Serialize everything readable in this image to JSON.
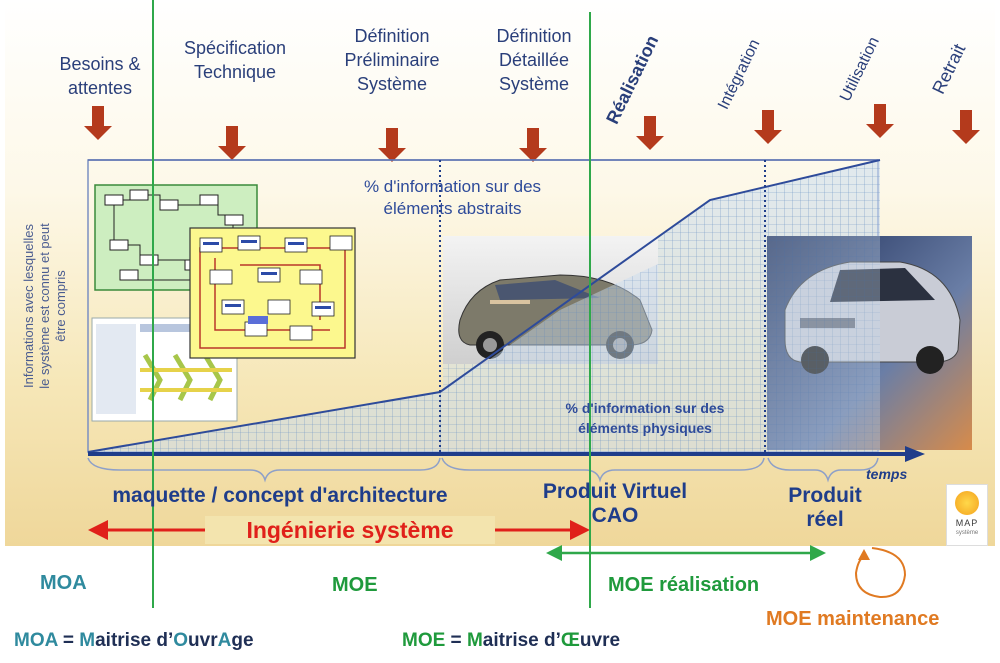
{
  "phases": {
    "besoins": "Besoins &\nattentes",
    "specification": "Spécification\nTechnique",
    "def_prelim": "Définition\nPréliminaire\nSystème",
    "def_detail": "Définition\nDétaillée\nSystème",
    "realisation": "Réalisation",
    "integration": "Intégration",
    "utilisation": "Utilisation",
    "retrait": "Retrait"
  },
  "labels": {
    "abstract": "% d'information sur des\néléments abstraits",
    "physical": "% d'information sur des\néléments physiques",
    "y_axis": "Informations avec lesquelles\nle système est connu et peut\nêtre compris",
    "x_axis": "temps",
    "maquette": "maquette / concept d'architecture",
    "produit_virtuel": "Produit Virtuel\nCAO",
    "produit_reel": "Produit\nréel",
    "ingenierie": "Ingénierie système",
    "map_logo": "MAP",
    "map_sub": "système"
  },
  "roles": {
    "moa": "MOA",
    "moe": "MOE",
    "moe_realisation": "MOE réalisation",
    "moe_maintenance": "MOE maintenance"
  },
  "legend": {
    "moa_def": [
      {
        "t": "MOA",
        "c": "teal"
      },
      {
        "t": " = ",
        "c": "dark"
      },
      {
        "t": "M",
        "c": "teal"
      },
      {
        "t": "aitrise d’",
        "c": "dark"
      },
      {
        "t": "O",
        "c": "teal"
      },
      {
        "t": "uvr",
        "c": "dark"
      },
      {
        "t": "A",
        "c": "teal"
      },
      {
        "t": "ge",
        "c": "dark"
      }
    ],
    "moe_def": [
      {
        "t": "MOE",
        "c": "green"
      },
      {
        "t": " = ",
        "c": "dark"
      },
      {
        "t": "M",
        "c": "green"
      },
      {
        "t": "aitrise d’",
        "c": "dark"
      },
      {
        "t": "Œ",
        "c": "green"
      },
      {
        "t": "uvre",
        "c": "dark"
      }
    ]
  },
  "colors": {
    "teal": "#2f8a9e",
    "green": "#1f9a3c",
    "dark": "#1f2f55",
    "orange": "#e07a22",
    "red": "#e0201a",
    "navy": "#1f3d8a",
    "arrow": "#b43a1c"
  }
}
